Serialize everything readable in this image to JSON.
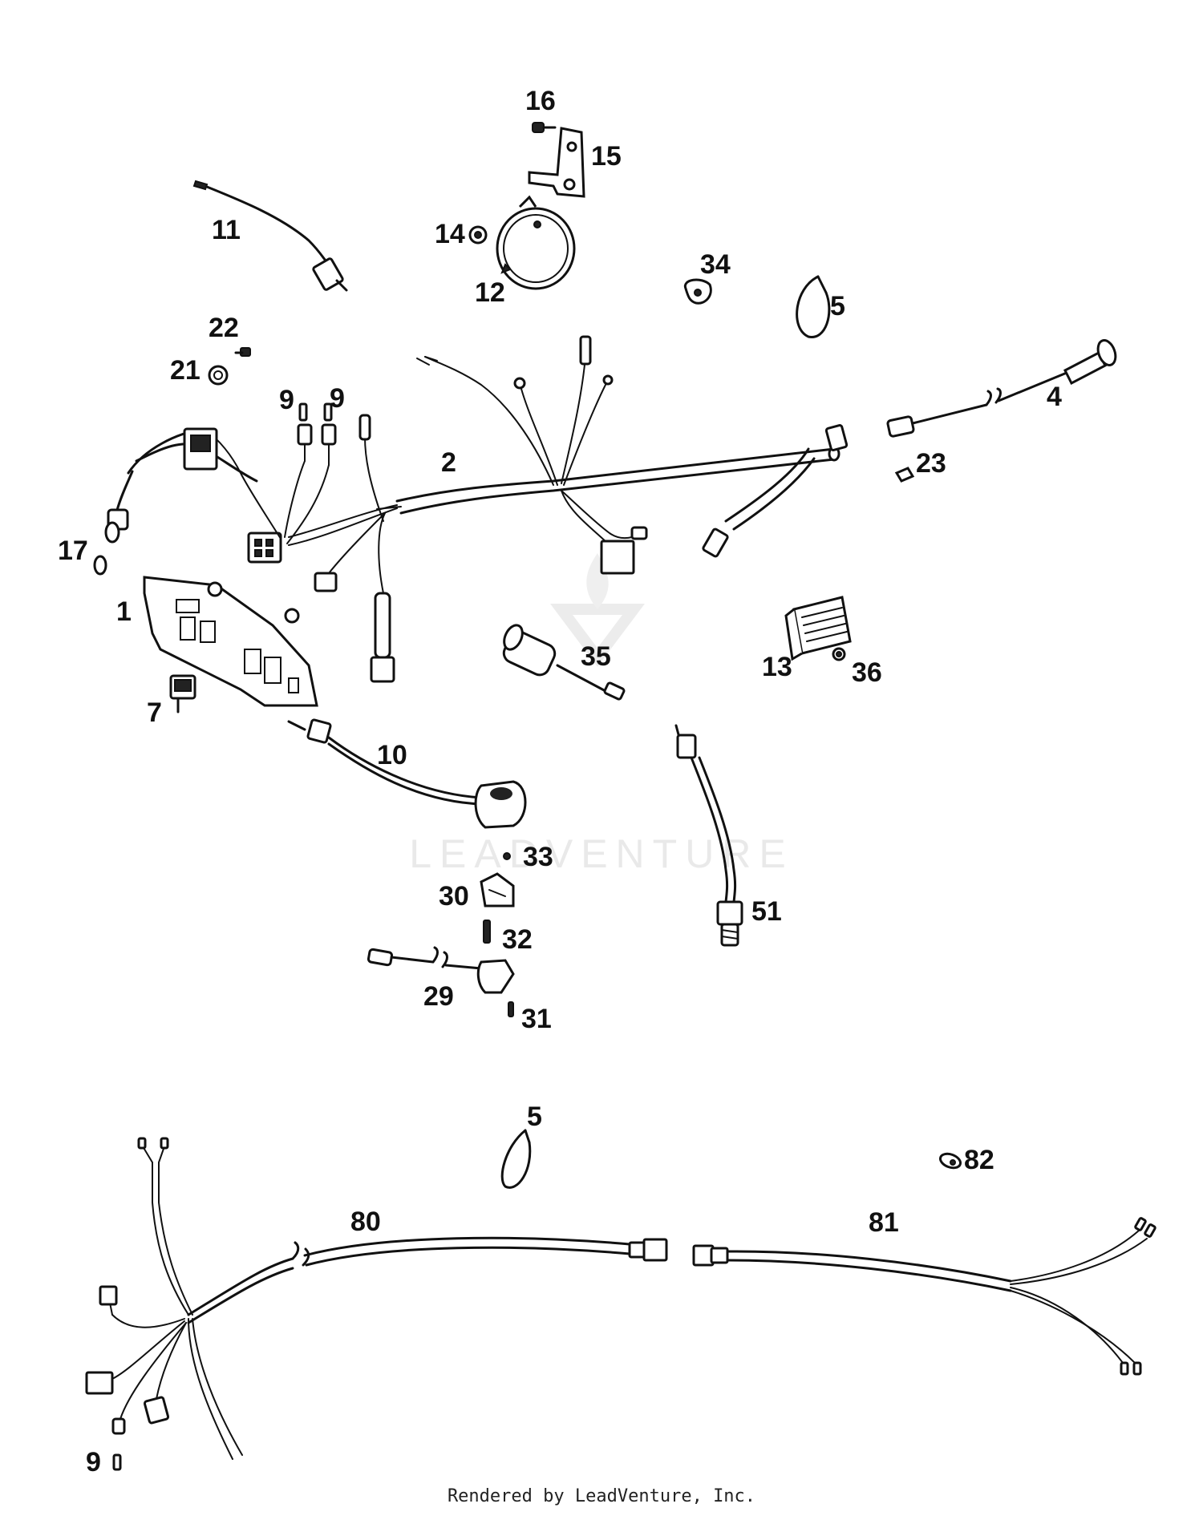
{
  "diagram": {
    "watermark": "LEADVENTURE",
    "footer": "Rendered by LeadVenture, Inc.",
    "callouts": [
      {
        "id": "c16",
        "text": "16"
      },
      {
        "id": "c15",
        "text": "15"
      },
      {
        "id": "c11",
        "text": "11"
      },
      {
        "id": "c14",
        "text": "14"
      },
      {
        "id": "c12",
        "text": "12"
      },
      {
        "id": "c34",
        "text": "34"
      },
      {
        "id": "c5a",
        "text": "5"
      },
      {
        "id": "c22",
        "text": "22"
      },
      {
        "id": "c21",
        "text": "21"
      },
      {
        "id": "c9a",
        "text": "9"
      },
      {
        "id": "c9b",
        "text": "9"
      },
      {
        "id": "c4",
        "text": "4"
      },
      {
        "id": "c2",
        "text": "2"
      },
      {
        "id": "c23",
        "text": "23"
      },
      {
        "id": "c17",
        "text": "17"
      },
      {
        "id": "c1",
        "text": "1"
      },
      {
        "id": "c35",
        "text": "35"
      },
      {
        "id": "c13",
        "text": "13"
      },
      {
        "id": "c36",
        "text": "36"
      },
      {
        "id": "c7",
        "text": "7"
      },
      {
        "id": "c10",
        "text": "10"
      },
      {
        "id": "c33",
        "text": "33"
      },
      {
        "id": "c30",
        "text": "30"
      },
      {
        "id": "c51",
        "text": "51"
      },
      {
        "id": "c32",
        "text": "32"
      },
      {
        "id": "c29",
        "text": "29"
      },
      {
        "id": "c31",
        "text": "31"
      },
      {
        "id": "c5b",
        "text": "5"
      },
      {
        "id": "c82",
        "text": "82"
      },
      {
        "id": "c80",
        "text": "80"
      },
      {
        "id": "c81",
        "text": "81"
      },
      {
        "id": "c9c",
        "text": "9"
      }
    ]
  }
}
